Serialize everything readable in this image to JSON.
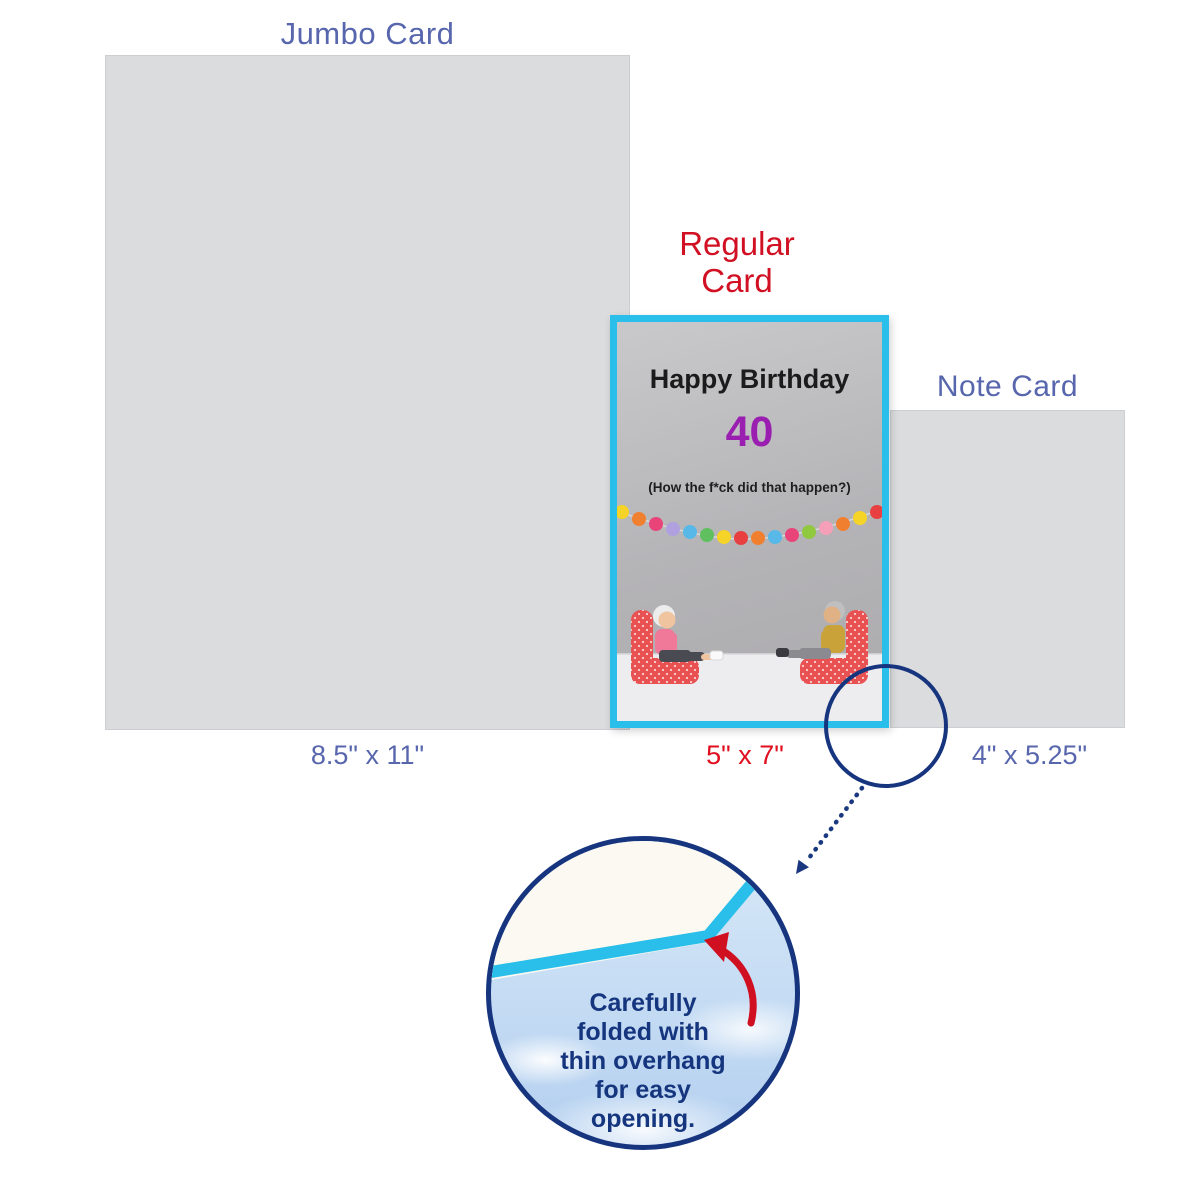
{
  "labels": {
    "jumbo": "Jumbo Card",
    "jumbo_size": "8.5\" x 11\"",
    "regular": "Regular Card",
    "regular_size": "5\" x 7\"",
    "note": "Note Card",
    "note_size": "4\" x 5.25\""
  },
  "card_front": {
    "title": "Happy Birthday",
    "number": "40",
    "subtitle": "(How the f*ck did that happen?)"
  },
  "magnifier": {
    "lines": [
      "Carefully",
      "folded with",
      "thin overhang",
      "for easy",
      "opening."
    ]
  },
  "colors": {
    "label_blue": "#5766AD",
    "label_red": "#D21023",
    "card_border_cyan": "#2ABFEA",
    "gray_card": "#DBDCDE",
    "navy": "#16357E",
    "number_purple": "#9A1EB0"
  }
}
